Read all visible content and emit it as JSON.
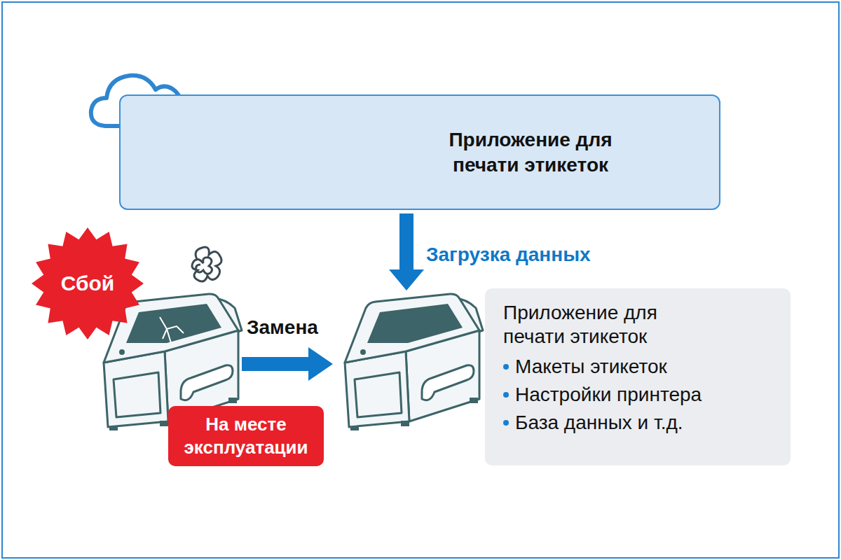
{
  "diagram": {
    "nodes": [
      {
        "text": [
          "Приложение для печати этикеток"
        ]
      },
      {
        "text": [
          "Сбой"
        ]
      },
      {
        "text": [
          "На месте эксплуатации"
        ]
      },
      {
        "text": [
          "Приложение для печати этикеток",
          "Макеты этикеток",
          "Настройки принтера",
          "База данных и т.д."
        ]
      }
    ],
    "labels": [
      "Загрузка данных",
      "Замена"
    ]
  }
}
